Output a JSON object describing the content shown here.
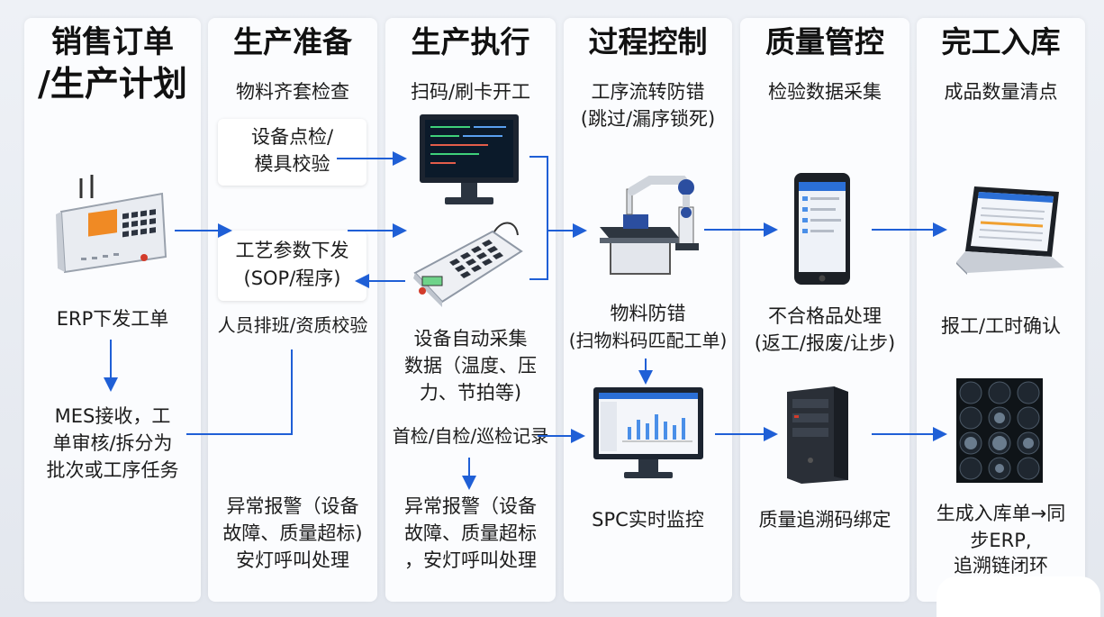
{
  "columns": [
    {
      "title_lines": [
        "销售订单",
        "/生产计划"
      ],
      "items": [
        "ERP下发工单",
        "MES接收，工",
        "单审核/拆分为",
        "批次或工序任务"
      ]
    },
    {
      "title": "生产准备",
      "items": [
        "物料齐套检查",
        "设备点检/",
        "模具校验",
        "工艺参数下发",
        "(SOP/程序)",
        "人员排班/资质校验",
        "异常报警（设备",
        "故障、质量超标)",
        "安灯呼叫处理"
      ]
    },
    {
      "title": "生产执行",
      "items": [
        "扫码/刷卡开工",
        "设备自动采集",
        "数据（温度、压",
        "力、节拍等)",
        "首检/自检/巡检记录",
        "异常报警（设备",
        "故障、质量超标",
        "，安灯呼叫处理"
      ]
    },
    {
      "title": "过程控制",
      "items": [
        "工序流转防错",
        "(跳过/漏序锁死)",
        "物料防错",
        "(扫物料码匹配工单)",
        "SPC实时监控"
      ]
    },
    {
      "title": "质量管控",
      "items": [
        "检验数据采集",
        "不合格品处理",
        "(返工/报废/让步)",
        "质量追溯码绑定"
      ]
    },
    {
      "title": "完工入库",
      "items": [
        "成品数量清点",
        "报工/工时确认",
        "生成入库单→同",
        "步ERP,",
        "追溯链闭环"
      ]
    }
  ],
  "colors": {
    "arrow": "#1f5fd6",
    "panel": "#fbfcfe",
    "background": "#e8ebf1"
  },
  "icons": [
    "erp-terminal-icon",
    "monitor-icon",
    "card-reader-icon",
    "robot-arm-icon",
    "spc-monitor-icon",
    "tablet-icon",
    "server-tower-icon",
    "laptop-icon",
    "inspection-grid-icon"
  ]
}
